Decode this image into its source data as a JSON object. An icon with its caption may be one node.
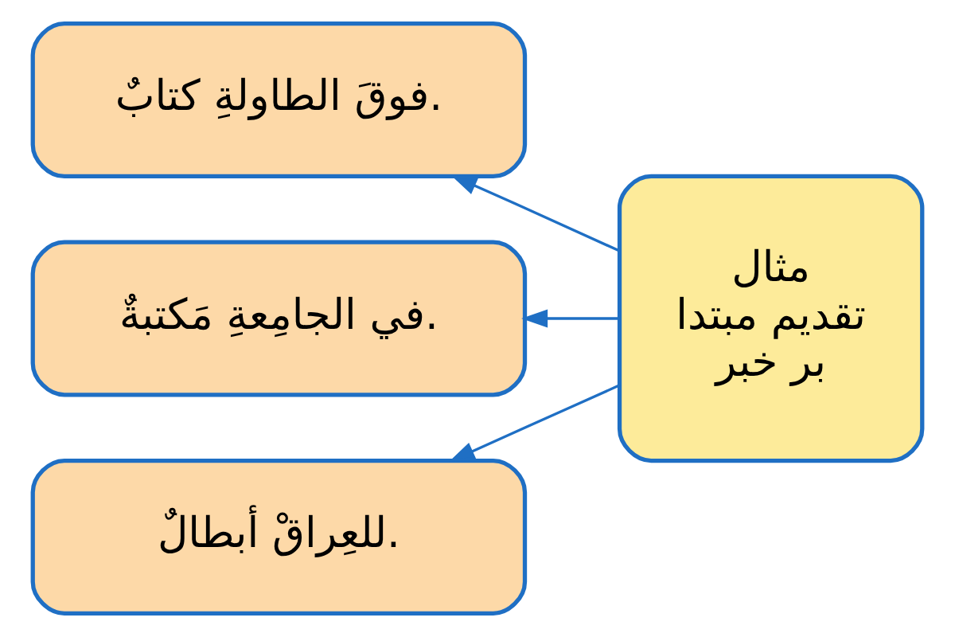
{
  "diagram": {
    "nodes": [
      {
        "text": [
          "مثال تقديم مبتدا بر خبر"
        ]
      },
      {
        "text": [
          "فوقَ الطاولةِ كتابٌ."
        ]
      },
      {
        "text": [
          "في الجامِعةِ مَكتبةٌ."
        ]
      },
      {
        "text": [
          "للعِراقْ أبطالٌ."
        ]
      }
    ],
    "edges": [
      {
        "from": 0,
        "to": 1,
        "arrow": "to"
      },
      {
        "from": 0,
        "to": 2,
        "arrow": "to"
      },
      {
        "from": 0,
        "to": 3,
        "arrow": "to"
      }
    ]
  }
}
